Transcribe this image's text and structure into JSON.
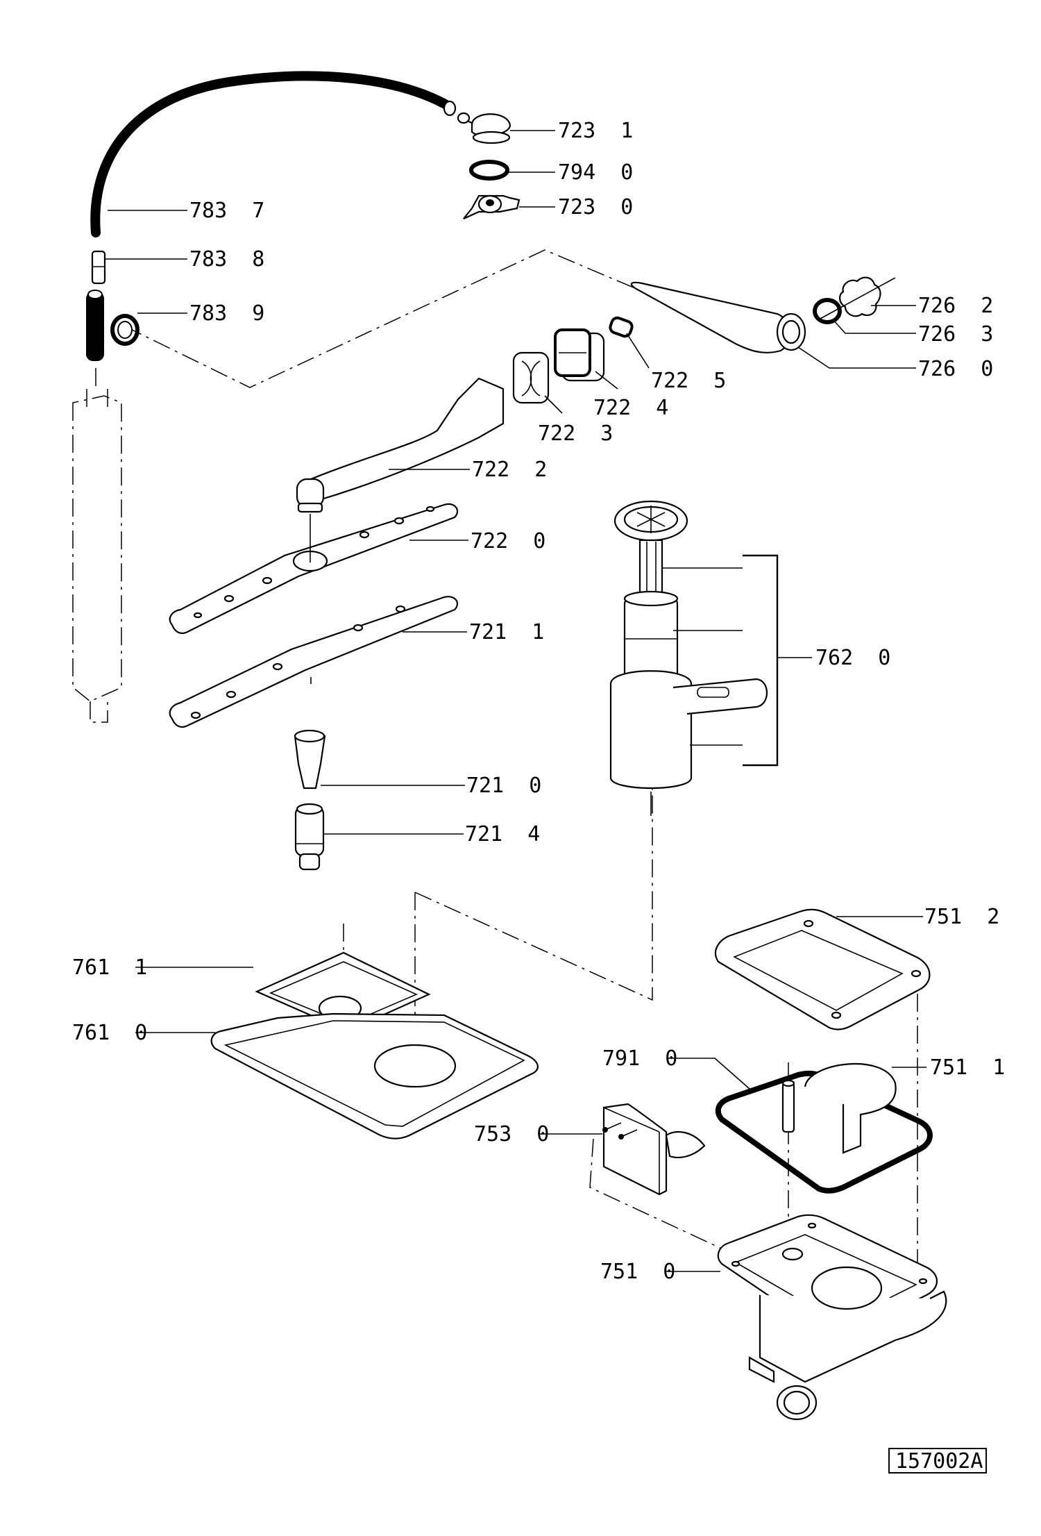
{
  "diagram": {
    "type": "exploded-parts-diagram",
    "subject": "dishwasher spray arm and sump assembly",
    "drawing_code": "157002A",
    "labels": [
      {
        "id": "lbl-7231",
        "part": "723",
        "variant": "1",
        "text": "723  1"
      },
      {
        "id": "lbl-7940",
        "part": "794",
        "variant": "0",
        "text": "794  0"
      },
      {
        "id": "lbl-7230",
        "part": "723",
        "variant": "0",
        "text": "723  0"
      },
      {
        "id": "lbl-7837",
        "part": "783",
        "variant": "7",
        "text": "783  7"
      },
      {
        "id": "lbl-7838",
        "part": "783",
        "variant": "8",
        "text": "783  8"
      },
      {
        "id": "lbl-7839",
        "part": "783",
        "variant": "9",
        "text": "783  9"
      },
      {
        "id": "lbl-7262",
        "part": "726",
        "variant": "2",
        "text": "726  2"
      },
      {
        "id": "lbl-7263",
        "part": "726",
        "variant": "3",
        "text": "726  3"
      },
      {
        "id": "lbl-7260",
        "part": "726",
        "variant": "0",
        "text": "726  0"
      },
      {
        "id": "lbl-7225",
        "part": "722",
        "variant": "5",
        "text": "722  5"
      },
      {
        "id": "lbl-7224",
        "part": "722",
        "variant": "4",
        "text": "722  4"
      },
      {
        "id": "lbl-7223",
        "part": "722",
        "variant": "3",
        "text": "722  3"
      },
      {
        "id": "lbl-7222",
        "part": "722",
        "variant": "2",
        "text": "722  2"
      },
      {
        "id": "lbl-7220",
        "part": "722",
        "variant": "0",
        "text": "722  0"
      },
      {
        "id": "lbl-7211",
        "part": "721",
        "variant": "1",
        "text": "721  1"
      },
      {
        "id": "lbl-7620",
        "part": "762",
        "variant": "0",
        "text": "762  0"
      },
      {
        "id": "lbl-7210",
        "part": "721",
        "variant": "0",
        "text": "721  0"
      },
      {
        "id": "lbl-7214",
        "part": "721",
        "variant": "4",
        "text": "721  4"
      },
      {
        "id": "lbl-7611",
        "part": "761",
        "variant": "1",
        "text": "761  1"
      },
      {
        "id": "lbl-7610",
        "part": "761",
        "variant": "0",
        "text": "761  0"
      },
      {
        "id": "lbl-7512",
        "part": "751",
        "variant": "2",
        "text": "751  2"
      },
      {
        "id": "lbl-7511",
        "part": "751",
        "variant": "1",
        "text": "751  1"
      },
      {
        "id": "lbl-7910",
        "part": "791",
        "variant": "0",
        "text": "791  0"
      },
      {
        "id": "lbl-7530",
        "part": "753",
        "variant": "0",
        "text": "753  0"
      },
      {
        "id": "lbl-7510",
        "part": "751",
        "variant": "0",
        "text": "751  0"
      }
    ]
  }
}
